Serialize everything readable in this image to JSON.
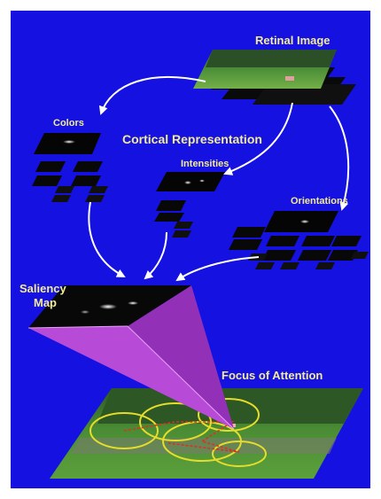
{
  "labels": {
    "retinal_image": "Retinal Image",
    "colors": "Colors",
    "cortical_representation": "Cortical Representation",
    "intensities": "Intensities",
    "orientations": "Orientations",
    "saliency_map_line1": "Saliency",
    "saliency_map_line2": "Map",
    "focus_of_attention": "Focus of Attention"
  },
  "colors": {
    "background": "#1511e0",
    "label_text": "#f3ec96",
    "arrow": "#ffffff",
    "pyramid_light": "#c64ee4",
    "pyramid_dark": "#8a2aa9",
    "grass": "#3f8a2a",
    "shrub": "#2f5a26",
    "attention_circle": "#e6dc2a",
    "scan_path": "#e03020"
  }
}
